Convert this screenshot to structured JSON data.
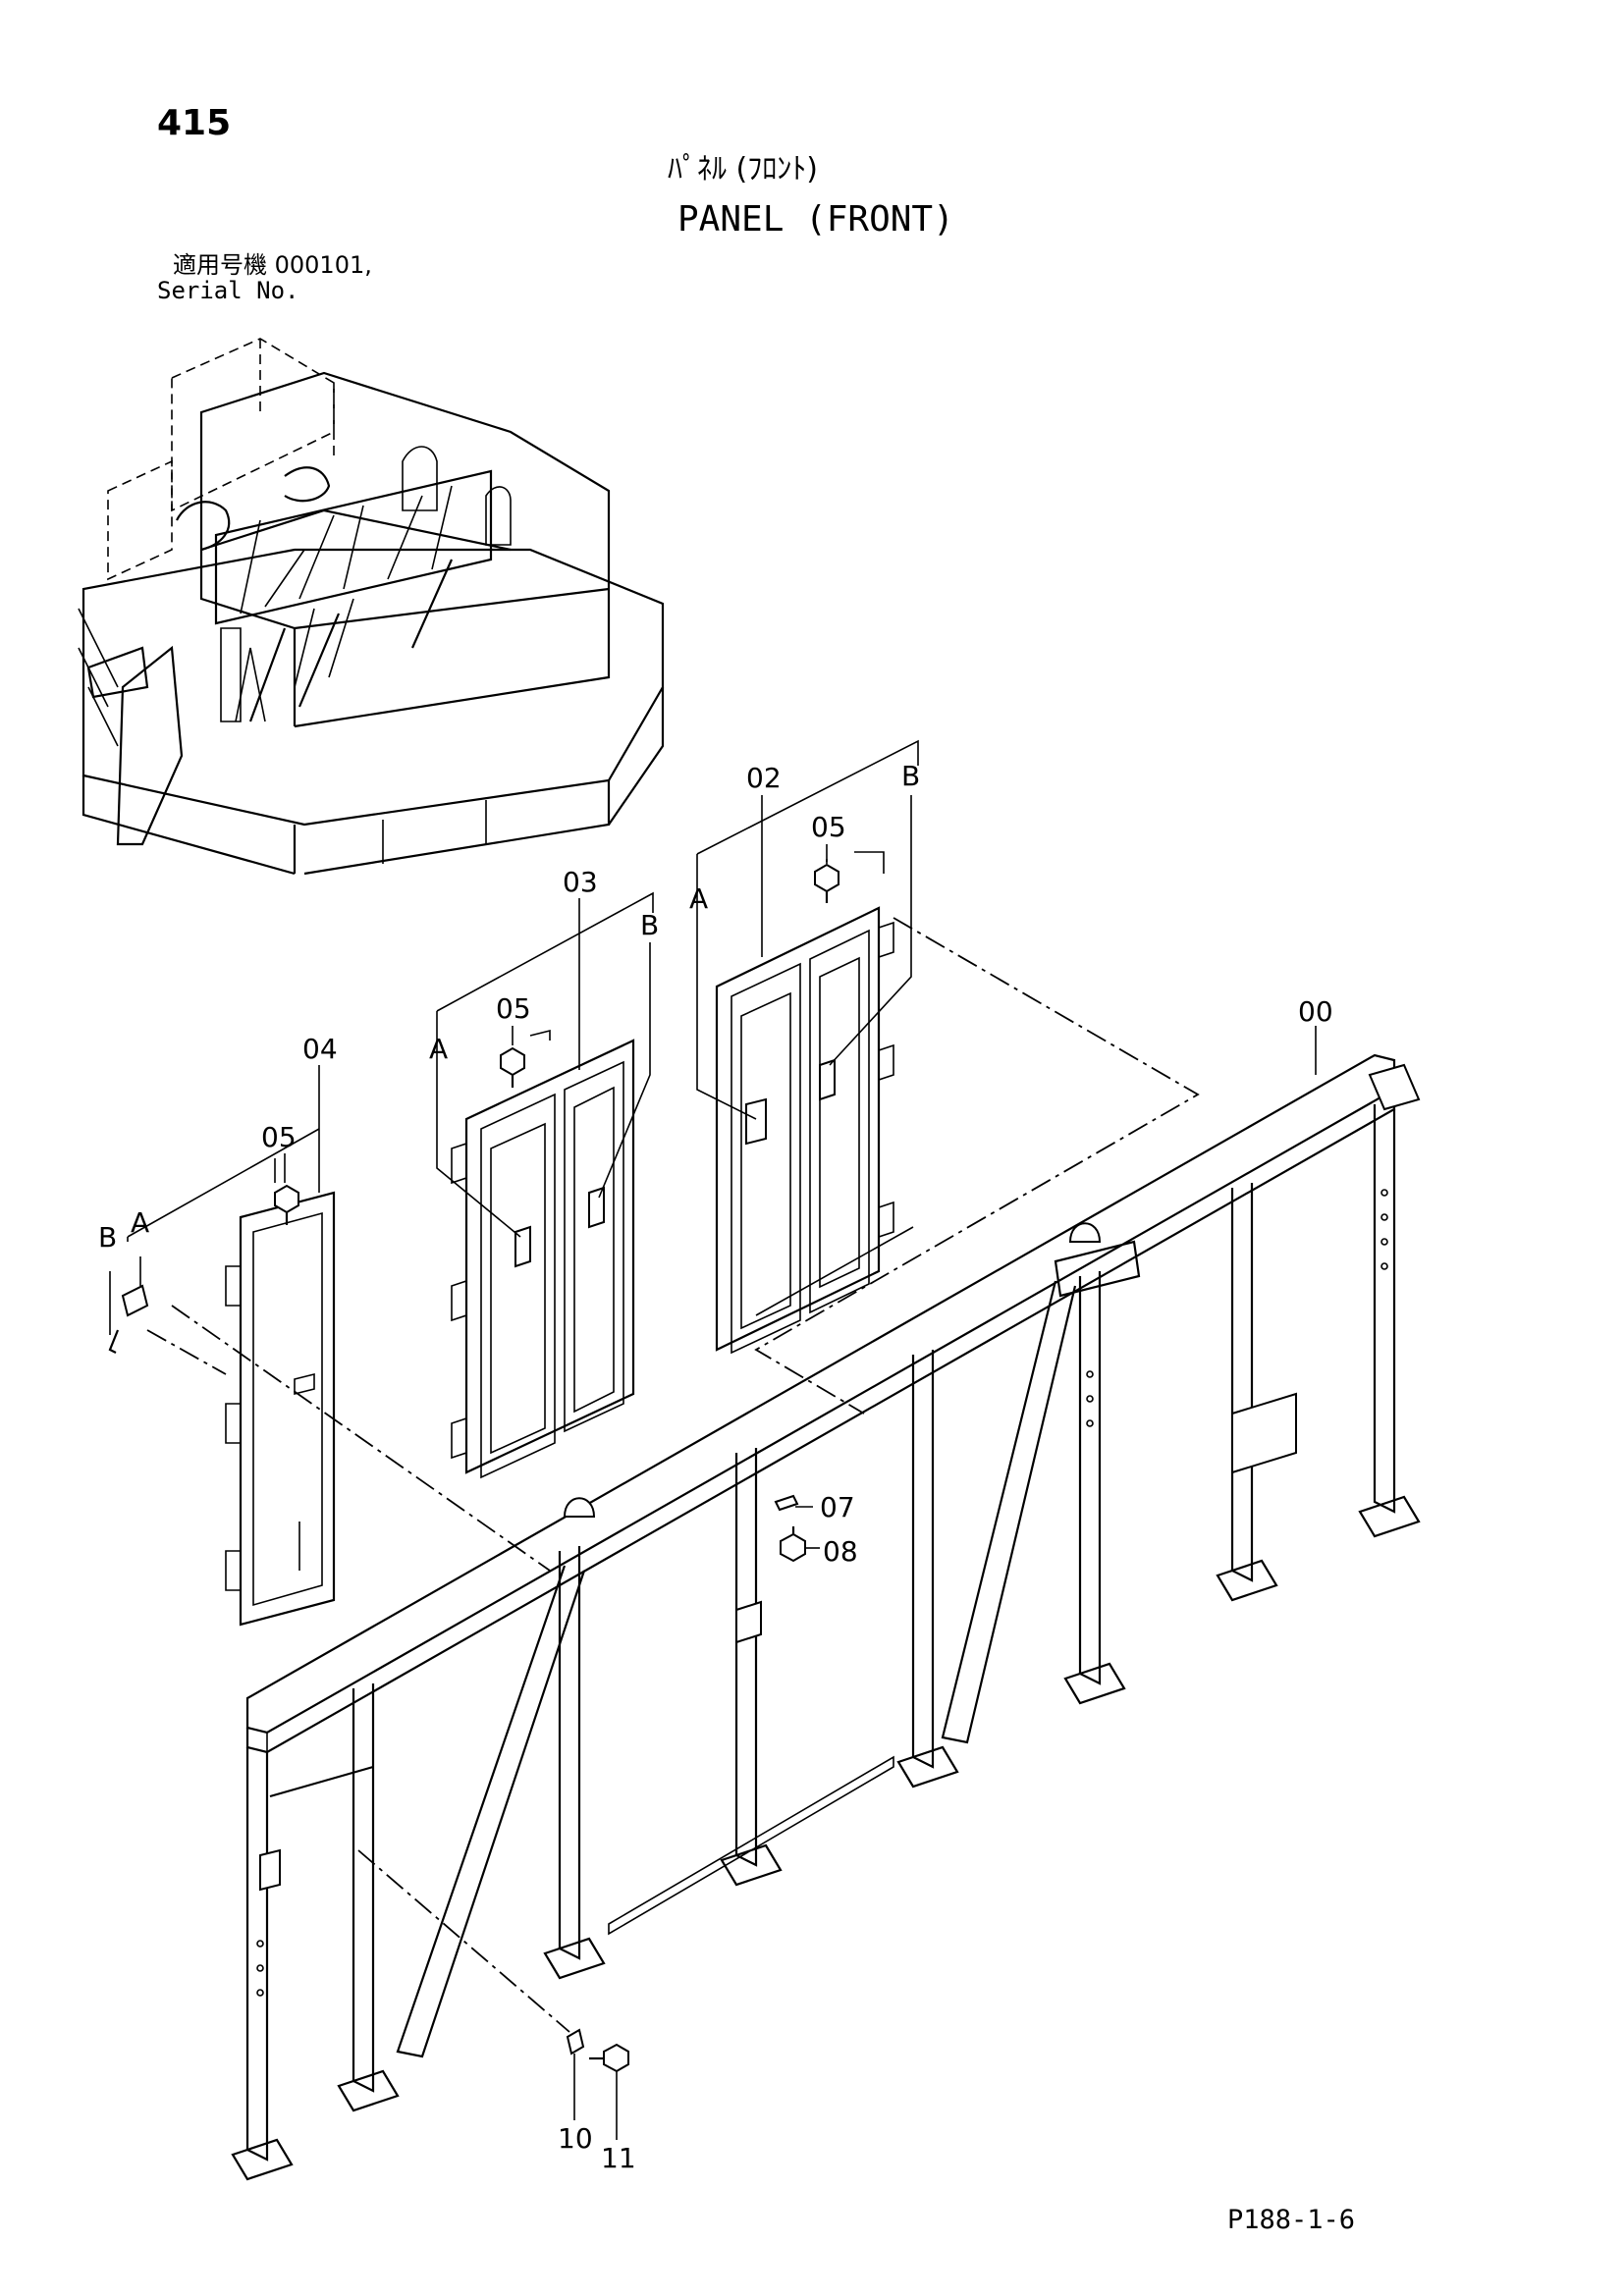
{
  "header": {
    "page_number": "415",
    "title_jp": "ﾊﾟﾈﾙ (ﾌﾛﾝﾄ)",
    "title_en": "PANEL (FRONT)",
    "serial_label_jp": "適用号機  000101,",
    "serial_label_en": "Serial No."
  },
  "callouts": {
    "c00": "00",
    "c02": "02",
    "c03": "03",
    "c04": "04",
    "c05a": "05",
    "c05b": "05",
    "c05c": "05",
    "c07": "07",
    "c08": "08",
    "c10": "10",
    "c11": "11",
    "a1": "A",
    "b1": "B",
    "a2": "A",
    "b2": "B",
    "a3": "A",
    "b3": "B"
  },
  "footer": {
    "code": "P188-1-6"
  }
}
